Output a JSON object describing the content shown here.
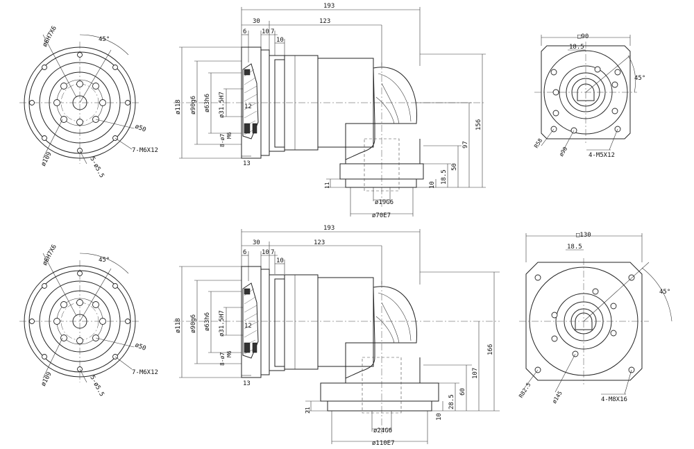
{
  "views": {
    "top": {
      "input_flange": {
        "angle": "45°",
        "bore": "ø6H7X6",
        "pcd": "ø50",
        "outer": "ø109",
        "tapped": "7-M6X12",
        "holes": "5-ø5.5"
      },
      "side": {
        "overall": "193",
        "d30": "30",
        "d123": "123",
        "d6": "6",
        "d10a": "10",
        "d7": "7",
        "d10b": "10",
        "dia118": "ø118",
        "dia90": "ø90g6",
        "dia63": "ø63h6",
        "dia31": "ø31.5H7",
        "d12": "12",
        "d8": "8-ø7",
        "m6": "M6",
        "d13": "13",
        "h156": "156",
        "h97": "97",
        "h50": "50",
        "h18": "18.5",
        "h10": "10",
        "h11": "11",
        "shaft": "ø19G6",
        "pilot": "ø70E7"
      },
      "output_flange": {
        "square": "□90",
        "d18": "18.5",
        "angle": "45°",
        "r": "R58",
        "dia": "ø90",
        "tapped": "4-M5X12"
      }
    },
    "bottom": {
      "input_flange": {
        "angle": "45°",
        "bore": "ø6H7X6",
        "pcd": "ø50",
        "outer": "ø109",
        "tapped": "7-M6X12",
        "holes": "5-ø5.5"
      },
      "side": {
        "overall": "193",
        "d30": "30",
        "d123": "123",
        "d6": "6",
        "d10a": "10",
        "d7": "7",
        "d10b": "10",
        "dia118": "ø118",
        "dia90": "ø90g6",
        "dia63": "ø63h6",
        "dia31": "ø31.5H7",
        "d12": "12",
        "d8": "8-ø7",
        "m6": "M6",
        "d13": "13",
        "h166": "166",
        "h107": "107",
        "h60": "60",
        "h28": "28.5",
        "h10": "10",
        "h21": "21",
        "shaft": "ø24G6",
        "pilot": "ø110E7"
      },
      "output_flange": {
        "square": "□130",
        "d18": "18.5",
        "angle": "45°",
        "r": "R82.5",
        "dia": "ø145",
        "tapped": "4-M8X16"
      }
    }
  }
}
